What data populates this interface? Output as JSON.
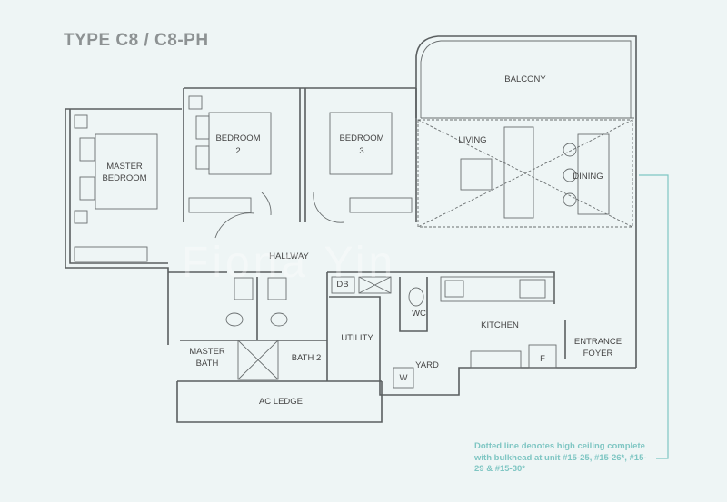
{
  "title": "TYPE C8 / C8-PH",
  "rooms": {
    "master_bedroom": "MASTER BEDROOM",
    "bedroom2_line1": "BEDROOM",
    "bedroom2_line2": "2",
    "bedroom3_line1": "BEDROOM",
    "bedroom3_line2": "3",
    "balcony": "BALCONY",
    "living": "LIVING",
    "dining": "DINING",
    "hallway": "HALLWAY",
    "db": "DB",
    "wc": "WC",
    "kitchen": "KITCHEN",
    "utility": "UTILITY",
    "yard": "YARD",
    "washer": "W",
    "fridge": "F",
    "entrance_line1": "ENTRANCE",
    "entrance_line2": "FOYER",
    "master_bath_line1": "MASTER",
    "master_bath_line2": "BATH",
    "bath2": "BATH 2",
    "ac_ledge": "AC LEDGE",
    "master_line1": "MASTER",
    "master_line2": "BEDROOM"
  },
  "note": "Dotted line denotes high ceiling complete with bulkhead at unit #15-25, #15-26*, #15-29 & #15-30*",
  "watermark": "Fiona Yin",
  "colors": {
    "background": "#eef5f5",
    "note_text": "#7fc6c3",
    "walls": "#5a5f60",
    "title": "#8d9293"
  }
}
